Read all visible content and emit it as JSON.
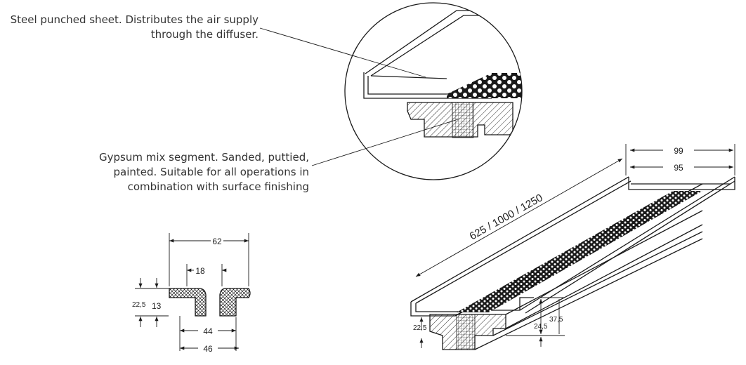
{
  "notes": {
    "steel_sheet": [
      "Steel punched sheet. Distributes the air supply",
      "through the diffuser."
    ],
    "gypsum": [
      "Gypsum mix segment. Sanded, puttied,",
      "painted. Suitable for all operations in",
      "combination with surface finishing"
    ]
  },
  "section_dims": {
    "overall_width": "62",
    "slot_gap": "18",
    "height": "22,5",
    "lip_height": "13",
    "inner_width": "44",
    "bottom_width": "46"
  },
  "iso_dims": {
    "length": "625 / 1000 / 1250",
    "outer_width": "99",
    "inner_width": "95",
    "left_height": "22,5",
    "right_inner_height": "24,5",
    "right_outer_height": "37,5"
  },
  "colors": {
    "line": "#1a1a1a",
    "text": "#333333",
    "background": "#ffffff"
  }
}
